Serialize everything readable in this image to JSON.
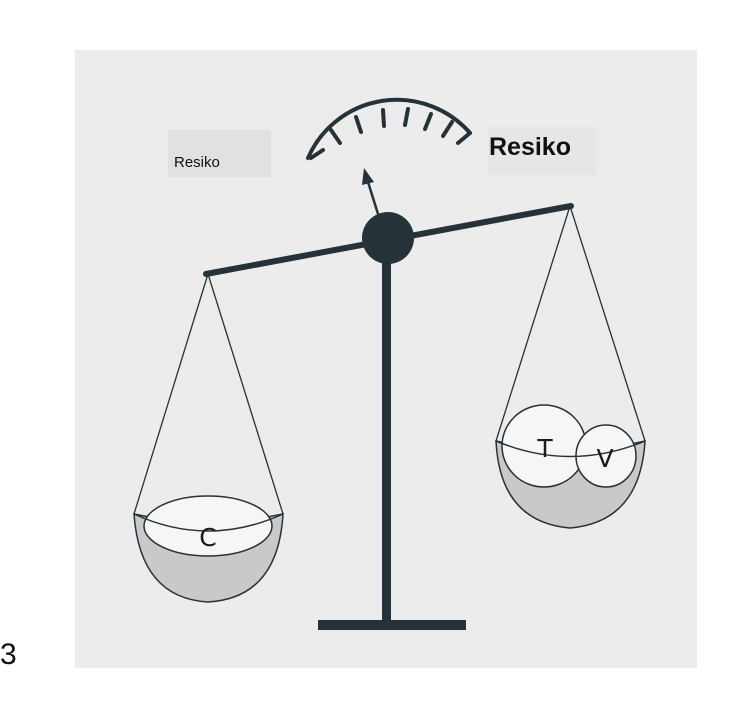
{
  "figure": {
    "number": "3",
    "left_label": "Resiko",
    "right_label": "Resiko"
  },
  "pans": {
    "left": {
      "items": [
        "C"
      ]
    },
    "right": {
      "items": [
        "T",
        "V"
      ]
    }
  },
  "colors": {
    "background": "#ececec",
    "structure": "#253238",
    "pan_fill": "#c9c9c9",
    "item_fill": "#f6f6f6",
    "label_box": "#e1e1e1"
  }
}
